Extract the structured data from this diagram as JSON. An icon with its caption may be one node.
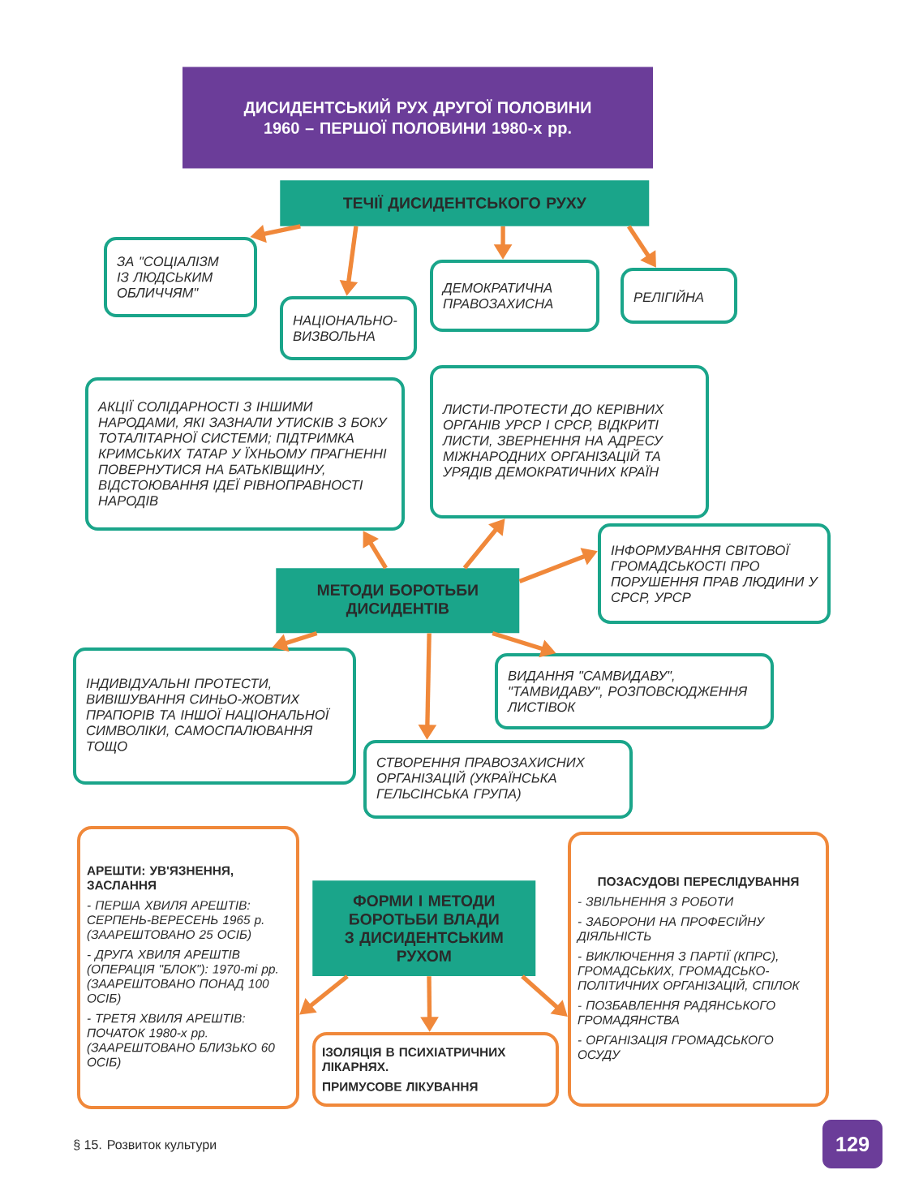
{
  "diagram": {
    "title": "ДИСИДЕНТСЬКИЙ РУХ ДРУГОЇ ПОЛОВИНИ 1960 – ПЕРШОЇ ПОЛОВИНИ 1980-х рр.",
    "nodes": [
      {
        "text": [
          "ТЕЧІЇ ДИСИДЕНТСЬКОГО РУХУ"
        ]
      },
      {
        "text": [
          "ЗА \"СОЦІАЛІЗМ ІЗ ЛЮДСЬКИМ ОБЛИЧЧЯМ\""
        ]
      },
      {
        "text": [
          "НАЦІОНАЛЬНО-ВИЗВОЛЬНА"
        ]
      },
      {
        "text": [
          "ДЕМОКРАТИЧНА ПРАВОЗАХИСНА"
        ]
      },
      {
        "text": [
          "РЕЛІГІЙНА"
        ]
      },
      {
        "text": [
          "МЕТОДИ БОРОТЬБИ ДИСИДЕНТІВ"
        ]
      },
      {
        "text": [
          "АКЦІЇ СОЛІДАРНОСТІ З ІНШИМИ НАРОДАМИ, ЯКІ ЗАЗНАЛИ УТИСКІВ З БОКУ ТОТАЛІТАРНОЇ СИСТЕМИ; ПІДТРИМКА КРИМСЬКИХ ТАТАР У ЇХНЬОМУ ПРАГНЕННІ ПОВЕРНУТИСЯ НА БАТЬКІВЩИНУ, ВІДСТОЮВАННЯ ІДЕЇ РІВНОПРАВНОСТІ НАРОДІВ"
        ]
      },
      {
        "text": [
          "ЛИСТИ-ПРОТЕСТИ ДО КЕРІВНИХ ОРГАНІВ УРСР І СРСР, ВІДКРИТІ ЛИСТИ, ЗВЕРНЕННЯ НА АДРЕСУ МІЖНАРОДНИХ ОРГАНІЗАЦІЙ ТА УРЯДІВ ДЕМОКРАТИЧНИХ КРАЇН"
        ]
      },
      {
        "text": [
          "ІНФОРМУВАННЯ СВІТОВОЇ ГРОМАДСЬКОСТІ ПРО ПОРУШЕННЯ ПРАВ ЛЮДИНИ У СРСР, УРСР"
        ]
      },
      {
        "text": [
          "ІНДИВІДУАЛЬНІ ПРОТЕСТИ, ВИВІШУВАННЯ СИНЬО-ЖОВТИХ ПРАПОРІВ ТА ІНШОЇ НАЦІОНАЛЬНОЇ СИМВОЛІКИ, САМОСПАЛЮВАННЯ ТОЩО"
        ]
      },
      {
        "text": [
          "ВИДАННЯ \"САМВИДАВУ\", \"ТАМВИДАВУ\", РОЗПОВСЮДЖЕННЯ ЛИСТІВОК"
        ]
      },
      {
        "text": [
          "СТВОРЕННЯ ПРАВОЗАХИСНИХ ОРГАНІЗАЦІЙ (УКРАЇНСЬКА ГЕЛЬСІНСЬКА ГРУПА)"
        ]
      },
      {
        "text": [
          "ФОРМИ І МЕТОДИ БОРОТЬБИ ВЛАДИ З ДИСИДЕНТСЬКИМ РУХОМ"
        ]
      },
      {
        "text": [
          "АРЕШТИ: УВ'ЯЗНЕННЯ, ЗАСЛАННЯ",
          "- ПЕРША ХВИЛЯ АРЕШТІВ: СЕРПЕНЬ-ВЕРЕСЕНЬ 1965 р. (ЗААРЕШТОВАНО 25 ОСІБ)",
          "- ДРУГА ХВИЛЯ АРЕШТІВ (ОПЕРАЦІЯ \"БЛОК\"): 1970-ті рр. (ЗААРЕШТОВАНО ПОНАД 100 ОСІБ)",
          "- ТРЕТЯ ХВИЛЯ АРЕШТІВ: ПОЧАТОК 1980-х рр. (ЗААРЕШТОВАНО БЛИЗЬКО 60 ОСІБ)"
        ]
      },
      {
        "text": [
          "ІЗОЛЯЦІЯ В ПСИХІАТРИЧНИХ ЛІКАРНЯХ.",
          "ПРИМУСОВЕ ЛІКУВАННЯ"
        ]
      },
      {
        "text": [
          "ПОЗАСУДОВІ ПЕРЕСЛІДУВАННЯ",
          "- ЗВІЛЬНЕННЯ З РОБОТИ",
          "- ЗАБОРОНИ НА ПРОФЕСІЙНУ ДІЯЛЬНІСТЬ",
          "- ВИКЛЮЧЕННЯ З ПАРТІЇ (КПРС), ГРОМАДСЬКИХ, ГРОМАДСЬКО-ПОЛІТИЧНИХ ОРГАНІЗАЦІЙ, СПІЛОК",
          "- ПОЗБАВЛЕННЯ РАДЯНСЬКОГО ГРОМАДЯНСТВА",
          "- ОРГАНІЗАЦІЯ ГРОМАДСЬКОГО ОСУДУ"
        ]
      }
    ],
    "edges": [
      {
        "from": 0,
        "to": 1,
        "arrow": "to"
      },
      {
        "from": 0,
        "to": 2,
        "arrow": "to"
      },
      {
        "from": 0,
        "to": 3,
        "arrow": "to"
      },
      {
        "from": 0,
        "to": 4,
        "arrow": "to"
      },
      {
        "from": 5,
        "to": 6,
        "arrow": "to"
      },
      {
        "from": 5,
        "to": 7,
        "arrow": "to"
      },
      {
        "from": 5,
        "to": 8,
        "arrow": "to"
      },
      {
        "from": 5,
        "to": 9,
        "arrow": "to"
      },
      {
        "from": 5,
        "to": 10,
        "arrow": "to"
      },
      {
        "from": 5,
        "to": 11,
        "arrow": "to"
      },
      {
        "from": 12,
        "to": 13,
        "arrow": "to"
      },
      {
        "from": 12,
        "to": 14,
        "arrow": "to"
      },
      {
        "from": 12,
        "to": 15,
        "arrow": "to"
      }
    ],
    "labels": [
      "§ 15. Розвиток культури",
      "129"
    ]
  }
}
